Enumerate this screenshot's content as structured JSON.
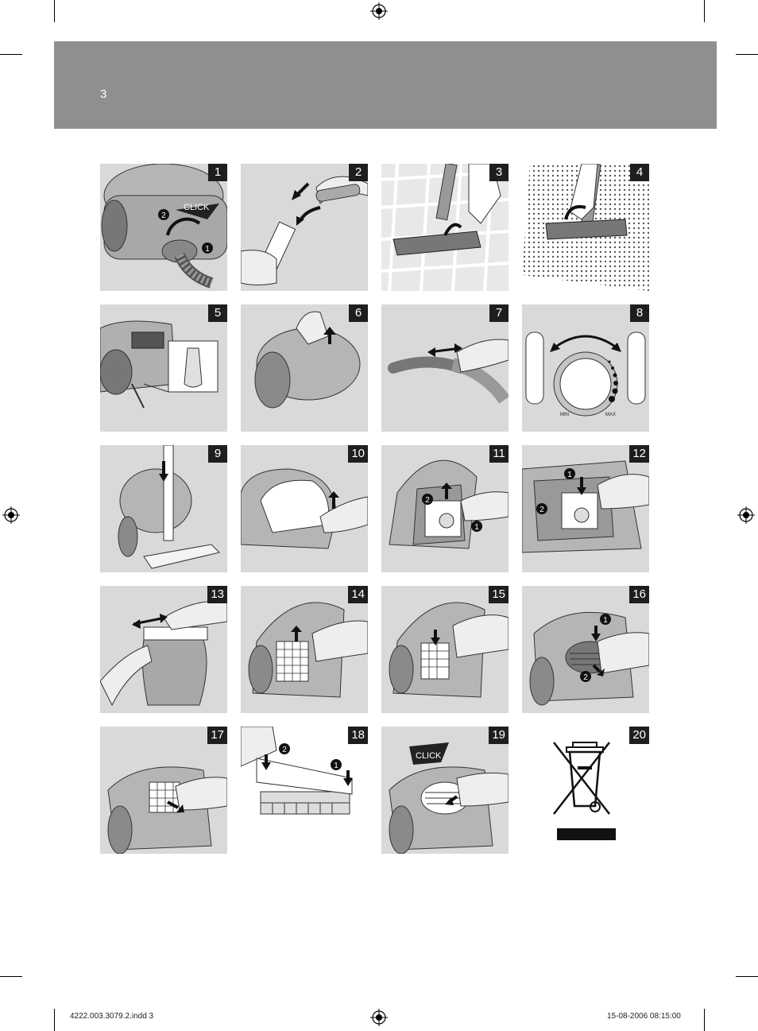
{
  "header": {
    "page_number": "3"
  },
  "steps": [
    {
      "number": "1",
      "icon": "hose-connect-illustration"
    },
    {
      "number": "2",
      "icon": "tube-assembly-illustration"
    },
    {
      "number": "3",
      "icon": "nozzle-hard-floor-illustration"
    },
    {
      "number": "4",
      "icon": "nozzle-carpet-illustration"
    },
    {
      "number": "5",
      "icon": "crevice-tool-illustration"
    },
    {
      "number": "6",
      "icon": "cord-rewind-illustration"
    },
    {
      "number": "7",
      "icon": "handle-slider-illustration"
    },
    {
      "number": "8",
      "icon": "power-dial-illustration"
    },
    {
      "number": "9",
      "icon": "parking-position-illustration"
    },
    {
      "number": "10",
      "icon": "open-cover-illustration"
    },
    {
      "number": "11",
      "icon": "remove-bag-illustration"
    },
    {
      "number": "12",
      "icon": "insert-bag-illustration"
    },
    {
      "number": "13",
      "icon": "bag-closure-illustration"
    },
    {
      "number": "14",
      "icon": "remove-motor-filter-illustration"
    },
    {
      "number": "15",
      "icon": "insert-motor-filter-illustration"
    },
    {
      "number": "16",
      "icon": "open-exhaust-grille-illustration"
    },
    {
      "number": "17",
      "icon": "remove-exhaust-filter-illustration"
    },
    {
      "number": "18",
      "icon": "replace-filter-illustration"
    },
    {
      "number": "19",
      "icon": "close-grille-illustration"
    },
    {
      "number": "20",
      "icon": "weee-crossed-bin-icon"
    }
  ],
  "labels": {
    "click": "CLICK",
    "min": "MIN",
    "max": "MAX",
    "callout_1": "1",
    "callout_2": "2"
  },
  "footer": {
    "file": "4222.003.3079.2.indd   3",
    "timestamp": "15-08-2006   08:15:00"
  }
}
